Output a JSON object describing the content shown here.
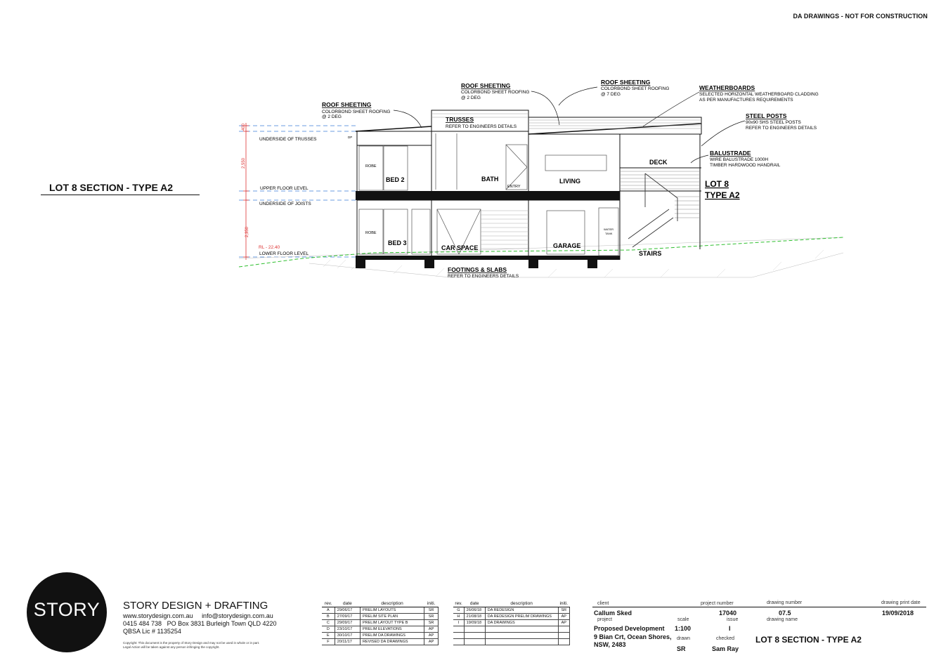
{
  "header_note": "DA DRAWINGS - NOT FOR CONSTRUCTION",
  "section_title": "LOT 8 SECTION - TYPE A2",
  "drawing": {
    "levels": [
      {
        "dim": "400",
        "label": "UNDERSIDE OF TRUSSES"
      },
      {
        "dim": "2,550",
        "label": "UPPER FLOOR LEVEL"
      },
      {
        "dim": "",
        "label": "UNDERSIDE OF JOISTS"
      },
      {
        "dim": "2,350",
        "label": "LOWER FLOOR LEVEL",
        "rl": "RL - 22.40"
      }
    ],
    "rooms": {
      "robe_upper": "ROBE",
      "bed2": "BED 2",
      "bath": "BATH",
      "entry": "ENTRY",
      "living": "LIVING",
      "deck": "DECK",
      "robe_lower": "ROBE",
      "bed3": "BED 3",
      "car_space": "CAR SPACE",
      "garage": "GARAGE",
      "water_tank_1": "WATER",
      "water_tank_2": "TANK",
      "stairs": "STAIRS",
      "df": "DP"
    },
    "callouts": {
      "roof1": {
        "title": "ROOF SHEETING",
        "line1": "COLORBOND SHEET ROOFING",
        "line2": "@ 2 DEG"
      },
      "roof2": {
        "title": "ROOF SHEETING",
        "line1": "COLORBOND SHEET ROOFING",
        "line2": "@ 2 DEG"
      },
      "roof3": {
        "title": "ROOF SHEETING",
        "line1": "COLORBOND SHEET ROOFING",
        "line2": "@ 7 DEG"
      },
      "trusses": {
        "title": "TRUSSES",
        "line1": "REFER TO ENGINEERS DETAILS"
      },
      "weatherboards": {
        "title": "WEATHERBOARDS",
        "line1": "SELECTED HORIZONTAL WEATHERBOARD CLADDING",
        "line2": "AS PER MANUFACTURES REQUIREMENTS"
      },
      "steel_posts": {
        "title": "STEEL POSTS",
        "line1": "90x90 SHS STEEL POSTS",
        "line2": "REFER TO ENGINEERS DETAILS"
      },
      "balustrade": {
        "title": "BALUSTRADE",
        "line1": "WIRE BALUSTRADE 1000H",
        "line2": "TIMBER HARDWOOD HANDRAIL"
      },
      "footings": {
        "title": "FOOTINGS & SLABS",
        "line1": "REFER TO ENGINEERS DETAILS"
      }
    },
    "lot_label_1": "LOT 8",
    "lot_label_2": "TYPE A2"
  },
  "firm": {
    "logo": "STORY",
    "name": "STORY DESIGN + DRAFTING",
    "web": "www.storydesign.com.au",
    "email": "info@storydesign.com.au",
    "phone": "0415 484 738",
    "address": "PO Box 3831 Burleigh Town QLD 4220",
    "license": "QBSA Lic # 1135254",
    "copyright1": "Copyright: This document is the property of Story Design and may not be used in whole or in part.",
    "copyright2": "Legal Action will be taken against any person infringing the copyright."
  },
  "revisions_headers": {
    "rev": "rev.",
    "date": "date",
    "description": "description",
    "init": "initi."
  },
  "revisions_left": [
    {
      "rev": "A",
      "date": "29/06/17",
      "desc": "PRELIM LAYOUTS",
      "init": "SR"
    },
    {
      "rev": "B",
      "date": "27/09/17",
      "desc": "PRELIM SITE PLAN",
      "init": "SR"
    },
    {
      "rev": "C",
      "date": "29/09/17",
      "desc": "PRELIM LAYOUT TYPE B",
      "init": "SR"
    },
    {
      "rev": "D",
      "date": "23/10/17",
      "desc": "PRELIM ELEVATIONS",
      "init": "AP"
    },
    {
      "rev": "E",
      "date": "30/10/17",
      "desc": "PRELIM DA DRAWINGS",
      "init": "AP"
    },
    {
      "rev": "F",
      "date": "20/11/17",
      "desc": "REVISED DA DRAWINGS",
      "init": "AP"
    }
  ],
  "revisions_right": [
    {
      "rev": "G",
      "date": "26/06/18",
      "desc": "DA REDESIGN",
      "init": "SR"
    },
    {
      "rev": "H",
      "date": "21/08/18",
      "desc": "DA REDESIGN PRELIM DRAWINGS",
      "init": "AP"
    },
    {
      "rev": "I",
      "date": "19/09/18",
      "desc": "DA DRAWINGS",
      "init": "AP"
    },
    {
      "rev": "",
      "date": "",
      "desc": "",
      "init": ""
    },
    {
      "rev": "",
      "date": "",
      "desc": "",
      "init": ""
    },
    {
      "rev": "",
      "date": "",
      "desc": "",
      "init": ""
    }
  ],
  "title_block": {
    "client_label": "client",
    "client": "Callum Sked",
    "project_number_label": "project number",
    "project_number": "17040",
    "project_label": "project",
    "project_1": "Proposed Development",
    "project_2": "9 Bian Crt, Ocean Shores,",
    "project_3": "NSW, 2483",
    "scale_label": "scale",
    "scale": "1:100",
    "issue_label": "issue",
    "issue": "I",
    "drawn_label": "drawn",
    "drawn": "SR",
    "checked_label": "checked",
    "checked": "Sam Ray",
    "drawing_number_label": "drawing number",
    "drawing_number": "07.5",
    "print_date_label": "drawing print date",
    "print_date": "19/09/2018",
    "drawing_name_label": "drawing name",
    "drawing_name": "LOT 8 SECTION - TYPE A2"
  }
}
